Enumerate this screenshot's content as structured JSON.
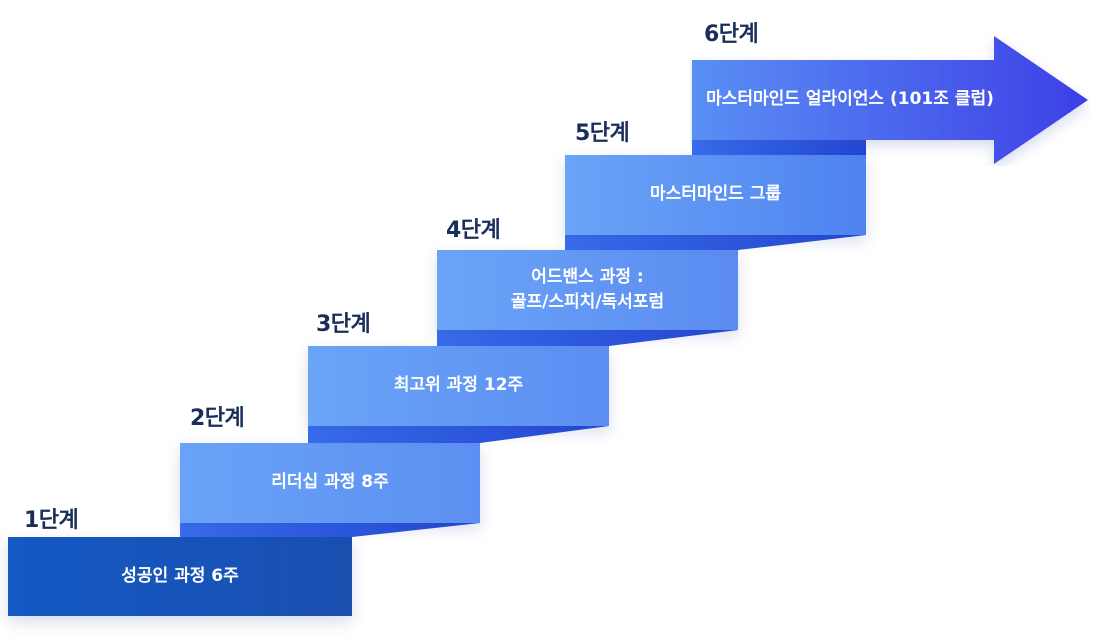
{
  "colors": {
    "label_text": "#1a2e5a",
    "step1_fill": "#1459c4",
    "step_fill": "#6aa4f7",
    "fold_dark": "#2a4fd6",
    "arrow_start": "#5a8ff4",
    "arrow_end": "#3d3fe6"
  },
  "stages": [
    {
      "label": "1단계",
      "line1": "성공인 과정 6주",
      "line2": ""
    },
    {
      "label": "2단계",
      "line1": "리더십 과정 8주",
      "line2": ""
    },
    {
      "label": "3단계",
      "line1": "최고위 과정 12주",
      "line2": ""
    },
    {
      "label": "4단계",
      "line1": "어드밴스 과정 :",
      "line2": "골프/스피치/독서포럼"
    },
    {
      "label": "5단계",
      "line1": "마스터마인드 그룹",
      "line2": ""
    },
    {
      "label": "6단계",
      "line1": "마스터마인드 얼라이언스",
      "line2": "(101조 클럽)"
    }
  ]
}
